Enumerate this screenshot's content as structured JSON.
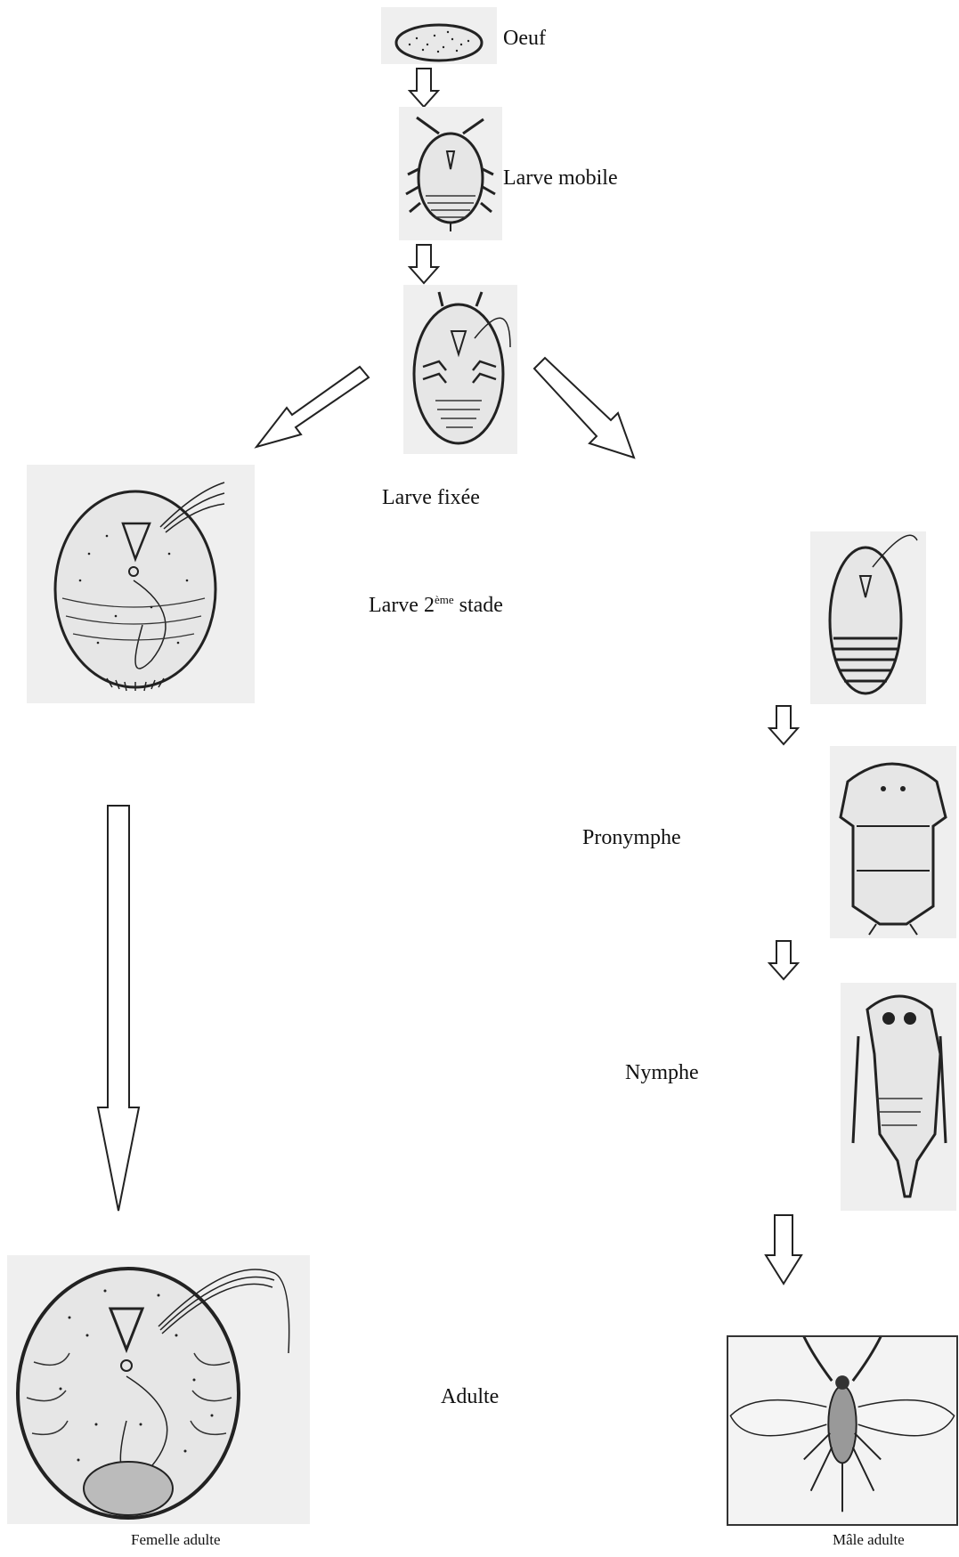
{
  "labels": {
    "egg": "Oeuf",
    "mobile_larva": "Larve mobile",
    "fixed_larva": "Larve fixée",
    "larva2_prefix": "Larve 2",
    "larva2_sup": "ème",
    "larva2_suffix": " stade",
    "pronymph": "Pronymphe",
    "nymph": "Nymphe",
    "adult": "Adulte",
    "female_caption": "Femelle adulte",
    "male_caption": "Mâle adulte"
  },
  "stages": [
    {
      "id": "egg",
      "icon": "egg-illustration"
    },
    {
      "id": "mobile_larva",
      "icon": "crawler-illustration"
    },
    {
      "id": "fixed_larva",
      "icon": "settled-larva-illustration"
    },
    {
      "id": "second_instar",
      "icon": "second-instar-illustration"
    },
    {
      "id": "prepupa_early",
      "icon": "male-larva-illustration"
    },
    {
      "id": "pronymph",
      "icon": "pronymph-illustration"
    },
    {
      "id": "nymph",
      "icon": "nymph-illustration"
    },
    {
      "id": "female_adult",
      "icon": "female-adult-illustration"
    },
    {
      "id": "male_adult",
      "icon": "male-adult-illustration"
    }
  ],
  "colors": {
    "ink": "#1a1a1a",
    "paper": "#efefef",
    "background": "#ffffff"
  }
}
